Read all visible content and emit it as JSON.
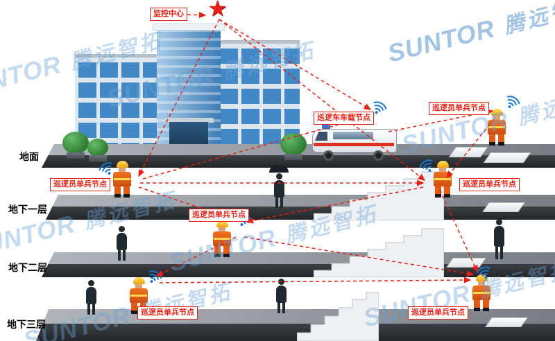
{
  "watermark": {
    "brand": "SUNTOR",
    "cn": "腾远智拓"
  },
  "monitor_center": {
    "label": "监控中心"
  },
  "vehicle_node": {
    "label": "巡逻车车载节点"
  },
  "soldier_node": {
    "label": "巡逻员单兵节点"
  },
  "levels": [
    {
      "label": "地面"
    },
    {
      "label": "地下一层"
    },
    {
      "label": "地下二层"
    },
    {
      "label": "地下三层"
    }
  ],
  "icons": {
    "star": "★",
    "wifi": "wifi-signal",
    "star_name": "monitor-center-star"
  },
  "colors": {
    "accent_red": "#e61e14",
    "wifi_blue": "#1877d2",
    "watermark_blue": "#6ca3d6",
    "platform_dark": "#2b2e31"
  }
}
